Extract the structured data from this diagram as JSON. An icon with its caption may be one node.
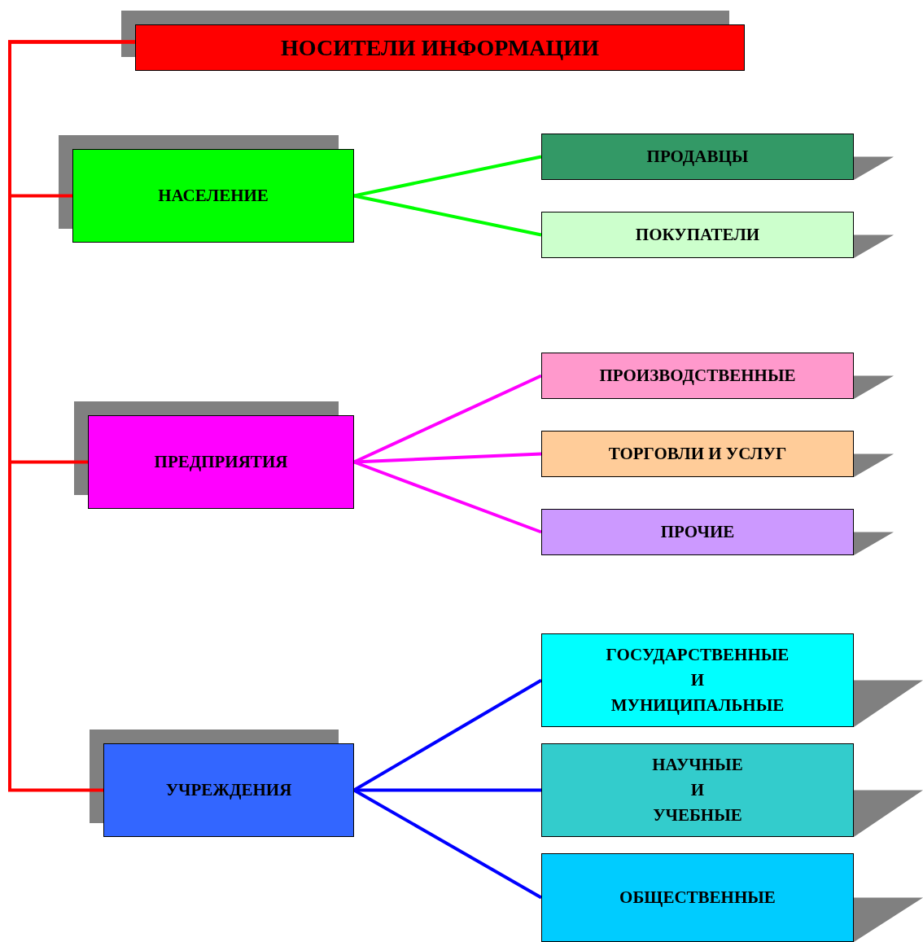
{
  "diagram": {
    "nodes": [
      {
        "text": [
          "НОСИТЕЛИ ИНФОРМАЦИИ"
        ]
      },
      {
        "text": [
          "НАСЕЛЕНИЕ"
        ]
      },
      {
        "text": [
          "ПРОДАВЦЫ"
        ]
      },
      {
        "text": [
          "ПОКУПАТЕЛИ"
        ]
      },
      {
        "text": [
          "ПРЕДПРИЯТИЯ"
        ]
      },
      {
        "text": [
          "ПРОИЗВОДСТВЕННЫЕ"
        ]
      },
      {
        "text": [
          "ТОРГОВЛИ И УСЛУГ"
        ]
      },
      {
        "text": [
          "ПРОЧИЕ"
        ]
      },
      {
        "text": [
          "УЧРЕЖДЕНИЯ"
        ]
      },
      {
        "text": [
          "ГОСУДАРСТВЕННЫЕ И МУНИЦИПАЛЬНЫЕ"
        ]
      },
      {
        "text": [
          "НАУЧНЫЕ И УЧЕБНЫЕ"
        ]
      },
      {
        "text": [
          "ОБЩЕСТВЕННЫЕ"
        ]
      }
    ],
    "edges": [
      {
        "from": 0,
        "to": 1,
        "arrow": "none"
      },
      {
        "from": 0,
        "to": 4,
        "arrow": "none"
      },
      {
        "from": 0,
        "to": 8,
        "arrow": "none"
      },
      {
        "from": 1,
        "to": 2,
        "arrow": "none",
        "color": "#00ff00"
      },
      {
        "from": 1,
        "to": 3,
        "arrow": "none",
        "color": "#00ff00"
      },
      {
        "from": 4,
        "to": 5,
        "arrow": "none",
        "color": "#ff00ff"
      },
      {
        "from": 4,
        "to": 6,
        "arrow": "none",
        "color": "#ff00ff"
      },
      {
        "from": 4,
        "to": 7,
        "arrow": "none",
        "color": "#ff00ff"
      },
      {
        "from": 8,
        "to": 9,
        "arrow": "none",
        "color": "#0000ff"
      },
      {
        "from": 8,
        "to": 10,
        "arrow": "none",
        "color": "#0000ff"
      },
      {
        "from": 8,
        "to": 11,
        "arrow": "none",
        "color": "#0000ff"
      }
    ]
  }
}
